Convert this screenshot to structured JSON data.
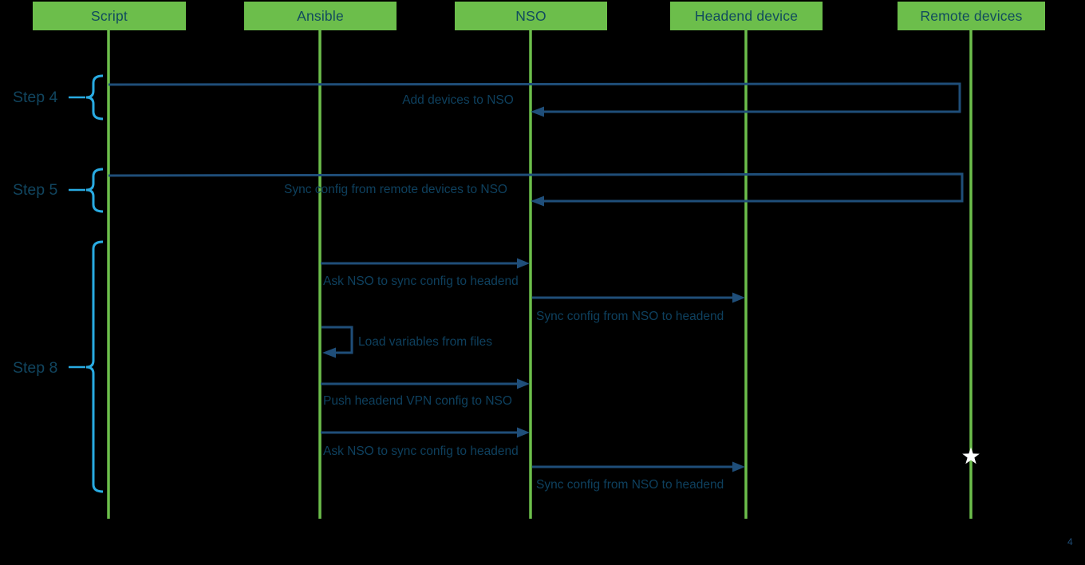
{
  "page_number": "4",
  "colors": {
    "background": "#000000",
    "actor_green": "#6CBE4B",
    "actor_text": "#114B5E",
    "message_navy": "#1F4E79",
    "label_text": "#0E405E",
    "brace_blue": "#29ABE2",
    "star": "#FFFFFF"
  },
  "diagram": {
    "type": "sequence",
    "actors": [
      {
        "id": "script",
        "label": "Script"
      },
      {
        "id": "ansible",
        "label": "Ansible"
      },
      {
        "id": "nso",
        "label": "NSO"
      },
      {
        "id": "headend",
        "label": "Headend device"
      },
      {
        "id": "remote",
        "label": "Remote devices"
      }
    ],
    "steps": [
      {
        "label": "Step 4",
        "messages": [
          {
            "from": "Script",
            "via": "Remote devices",
            "to": "NSO",
            "shape": "u-turn",
            "label": "Add devices to NSO"
          }
        ]
      },
      {
        "label": "Step 5",
        "messages": [
          {
            "from": "Script",
            "via": "Remote devices",
            "to": "NSO",
            "shape": "u-turn",
            "label": "Sync config from remote devices to NSO"
          }
        ]
      },
      {
        "label": "Step 8",
        "messages": [
          {
            "from": "Ansible",
            "to": "NSO",
            "shape": "straight",
            "label": "Ask NSO to sync config to headend"
          },
          {
            "from": "NSO",
            "to": "Headend device",
            "shape": "straight",
            "label": "Sync config from NSO to headend"
          },
          {
            "from": "Ansible",
            "to": "Ansible",
            "shape": "self-loop",
            "label": "Load variables from files"
          },
          {
            "from": "Ansible",
            "to": "NSO",
            "shape": "straight",
            "label": "Push headend VPN config to NSO"
          },
          {
            "from": "Ansible",
            "to": "NSO",
            "shape": "straight",
            "label": "Ask NSO to sync config to headend"
          },
          {
            "from": "NSO",
            "to": "Headend device",
            "shape": "straight",
            "label": "Sync config from NSO to headend"
          }
        ]
      }
    ],
    "annotations": [
      {
        "type": "star-marker",
        "on": "Remote devices"
      }
    ]
  }
}
